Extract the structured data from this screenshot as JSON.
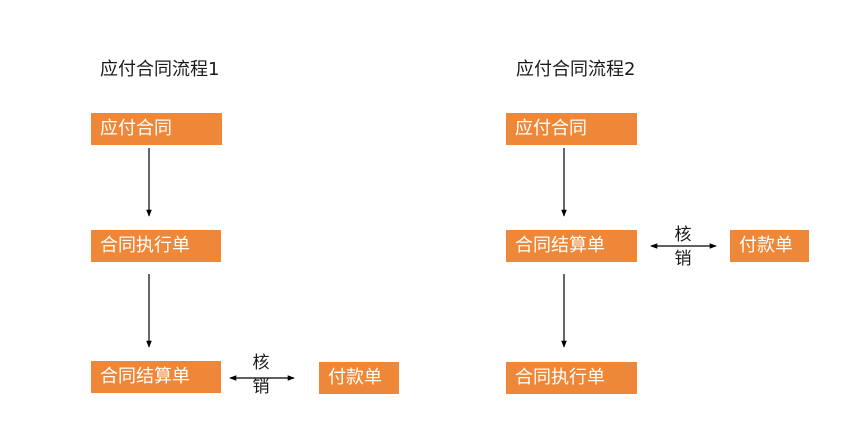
{
  "colors": {
    "box_fill": "#EE8838",
    "box_text": "#FFFFFF",
    "line": "#000000"
  },
  "process1": {
    "title": "应付合同流程1",
    "step1": "应付合同",
    "step2": "合同执行单",
    "step3": "合同结算单",
    "payment": "付款单",
    "reconcile_top": "核",
    "reconcile_bottom": "销"
  },
  "process2": {
    "title": "应付合同流程2",
    "step1": "应付合同",
    "step2": "合同结算单",
    "step3": "合同执行单",
    "payment": "付款单",
    "reconcile_top": "核",
    "reconcile_bottom": "销"
  }
}
